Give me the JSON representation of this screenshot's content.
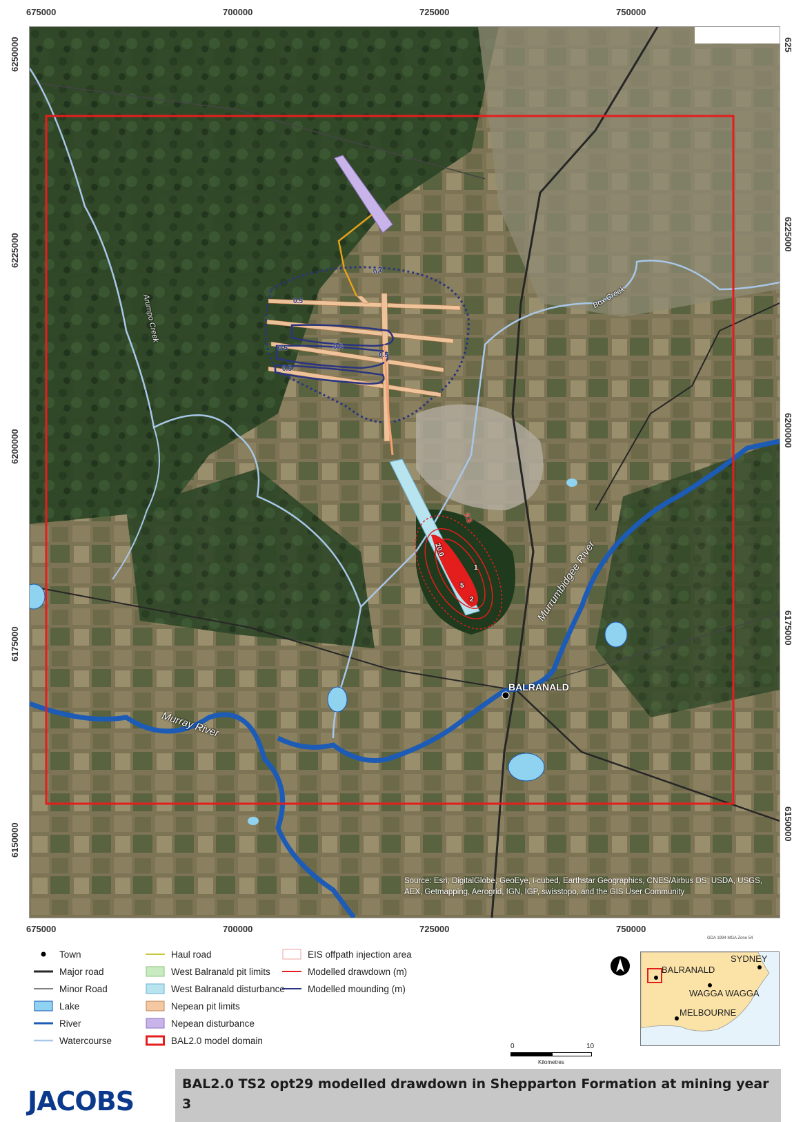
{
  "axes": {
    "x_ticks": [
      "675000",
      "700000",
      "725000",
      "750000"
    ],
    "y_ticks_left": [
      "6250000",
      "6225000",
      "6200000",
      "6175000",
      "6150000"
    ],
    "y_ticks_right": [
      "625",
      "6225000",
      "6200000",
      "6175000",
      "6150000"
    ]
  },
  "map": {
    "places": {
      "town": "BALRANALD",
      "murray_river": "Murray River",
      "murrumbidgee_river": "Murrumbidgee River",
      "box_creek": "Box Creek",
      "creek_west": "Arumpo Creek"
    },
    "contour_labels": [
      "0.2",
      "0.5",
      "0.5",
      "0.5",
      "0.5",
      "0.5",
      "0.5",
      "20.0",
      "5",
      "1",
      "2"
    ],
    "attribution": "Source: Esri, DigitalGlobe, GeoEye, i-cubed, Earthstar Geographics, CNES/Airbus DS, USDA, USGS, AEX, Getmapping, Aerogrid, IGN, IGP, swisstopo, and the GIS User Community",
    "crs": "GDA 1994 MGA Zone 54",
    "colors": {
      "domain": "#e41d1d",
      "river": "#1c5bb6",
      "watercourse": "#a8c7e8",
      "lake": "#8fd3f0",
      "major_road": "#262626",
      "minor_road": "#555555",
      "haul_road": "#e4a21a",
      "nepean_pit": "#f4c8a0",
      "nepean_disturbance": "#c8b4e8",
      "west_pit": "#c8ecc0",
      "west_disturbance": "#b8e4f0",
      "drawdown": "#e41d1d",
      "mounding": "#2a3480"
    }
  },
  "legend": [
    {
      "label": "Town",
      "symbol": "dot"
    },
    {
      "label": "Major road",
      "symbol": "major_road"
    },
    {
      "label": "Minor Road",
      "symbol": "minor_road"
    },
    {
      "label": "Lake",
      "symbol": "lake"
    },
    {
      "label": "River",
      "symbol": "river"
    },
    {
      "label": "Watercourse",
      "symbol": "watercourse"
    },
    {
      "label": "Haul road",
      "symbol": "haul_road"
    },
    {
      "label": "West Balranald pit limits",
      "symbol": "west_pit"
    },
    {
      "label": "West Balranald disturbance",
      "symbol": "west_disturbance"
    },
    {
      "label": "Nepean pit limits",
      "symbol": "nepean_pit"
    },
    {
      "label": "Nepean disturbance",
      "symbol": "nepean_disturbance"
    },
    {
      "label": "BAL2.0 model domain",
      "symbol": "domain"
    },
    {
      "label": "EIS offpath injection area",
      "symbol": "injection"
    },
    {
      "label": "Modelled drawdown (m)",
      "symbol": "drawdown"
    },
    {
      "label": "Modelled mounding (m)",
      "symbol": "mounding"
    }
  ],
  "scalebar": {
    "start": "0",
    "end": "10",
    "unit": "Kilometres"
  },
  "locator": {
    "places": [
      "SYDNEY",
      "BALRANALD",
      "WAGGA WAGGA",
      "MELBOURNE"
    ]
  },
  "north_label": "N",
  "title": "BAL2.0 TS2 opt29 modelled drawdown in Shepparton Formation at mining year 3",
  "logo": "JACOBS"
}
